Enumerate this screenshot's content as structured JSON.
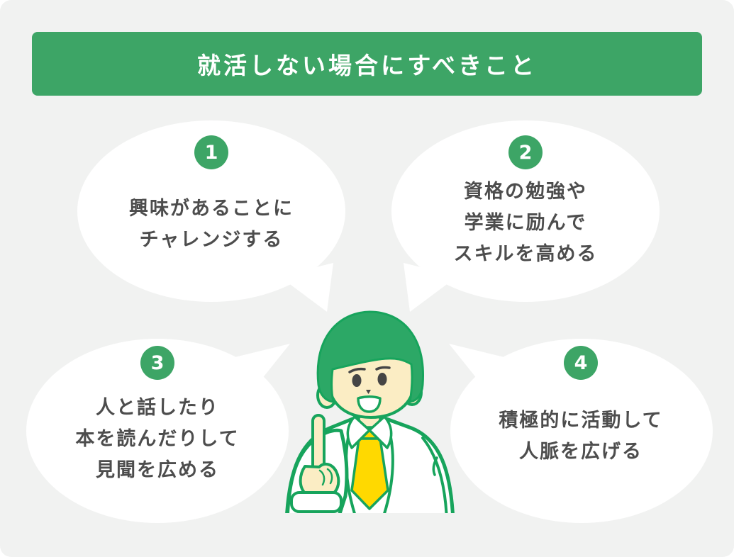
{
  "header": {
    "title": "就活しない場合にすべきこと"
  },
  "bubbles": [
    {
      "number": "1",
      "lines": [
        "興味があることに",
        "チャレンジする"
      ]
    },
    {
      "number": "2",
      "lines": [
        "資格の勉強や",
        "学業に励んで",
        "スキルを高める"
      ]
    },
    {
      "number": "3",
      "lines": [
        "人と話したり",
        "本を読んだりして",
        "見聞を広める"
      ]
    },
    {
      "number": "4",
      "lines": [
        "積極的に活動して",
        "人脈を広げる"
      ]
    }
  ],
  "illustration": {
    "name": "advisor-character-pointing-up"
  },
  "colors": {
    "canvas_bg": "#F1F2F1",
    "accent_green": "#3DA566",
    "outline_green": "#17A45C",
    "hair_green": "#2CA866",
    "bubble_white": "#FFFFFF",
    "text_dark": "#4D4D4D",
    "tie_yellow": "#FFD900",
    "skin": "#FBEDC4"
  }
}
